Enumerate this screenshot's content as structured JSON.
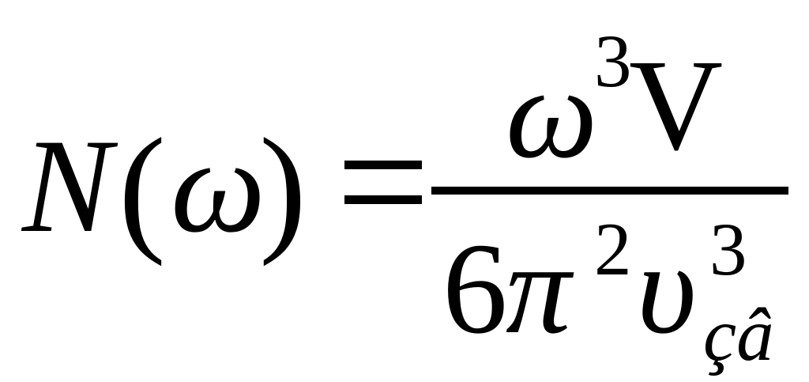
{
  "formula": {
    "lhs": {
      "symbol": "N",
      "open_paren": "(",
      "argument": "ω",
      "close_paren": ")"
    },
    "relation": "=",
    "numerator": {
      "base": "ω",
      "exponent": "3",
      "factor": "V"
    },
    "denominator": {
      "coefficient": "6",
      "pi": "π",
      "pi_exponent": "2",
      "velocity": "υ",
      "velocity_exponent": "3",
      "velocity_subscript": "çâ"
    }
  }
}
